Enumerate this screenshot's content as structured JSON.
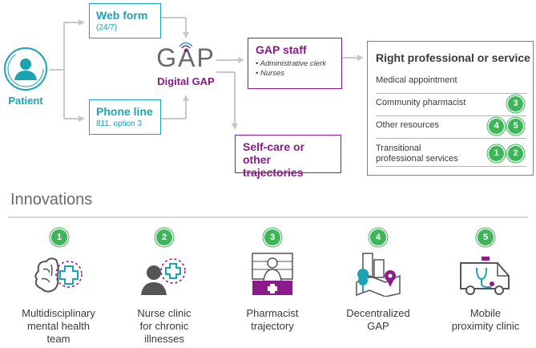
{
  "patient": {
    "label": "Patient"
  },
  "web_form": {
    "title": "Web form",
    "sub": "(24/7)"
  },
  "phone_line": {
    "title": "Phone line",
    "sub": "811, option 3"
  },
  "gap_logo": {
    "logo_text": "GAP",
    "caption": "Digital GAP"
  },
  "gap_staff": {
    "title": "GAP staff",
    "bullets": [
      "Administrative clerk",
      "Nurses"
    ]
  },
  "self_care": {
    "line1": "Self-care or",
    "line2": "other trajectories"
  },
  "services": {
    "title": "Right professional or service",
    "rows": [
      {
        "label": "Medical appointment",
        "badges": []
      },
      {
        "label": "Community pharmacist",
        "badges": [
          "3"
        ]
      },
      {
        "label": "Other resources",
        "badges": [
          "4",
          "5"
        ]
      },
      {
        "label_line1": "Transitional",
        "label_line2": "professional services",
        "badges": [
          "1",
          "2"
        ]
      }
    ]
  },
  "innovations": {
    "heading": "Innovations",
    "items": [
      {
        "num": "1",
        "lines": [
          "Multidisciplinary",
          "mental health",
          "team"
        ],
        "icon": "brain-medical-icon"
      },
      {
        "num": "2",
        "lines": [
          "Nurse clinic",
          "for chronic",
          "illnesses"
        ],
        "icon": "person-medical-icon"
      },
      {
        "num": "3",
        "lines": [
          "Pharmacist",
          "trajectory"
        ],
        "icon": "pharmacist-icon"
      },
      {
        "num": "4",
        "lines": [
          "Decentralized",
          "GAP"
        ],
        "icon": "map-location-icon"
      },
      {
        "num": "5",
        "lines": [
          "Mobile",
          "proximity clinic"
        ],
        "icon": "ambulance-icon"
      }
    ]
  },
  "colors": {
    "teal": "#1aa3b3",
    "purple": "#8b1a8a",
    "green": "#3fb55a",
    "gray": "#7f7f7f"
  }
}
